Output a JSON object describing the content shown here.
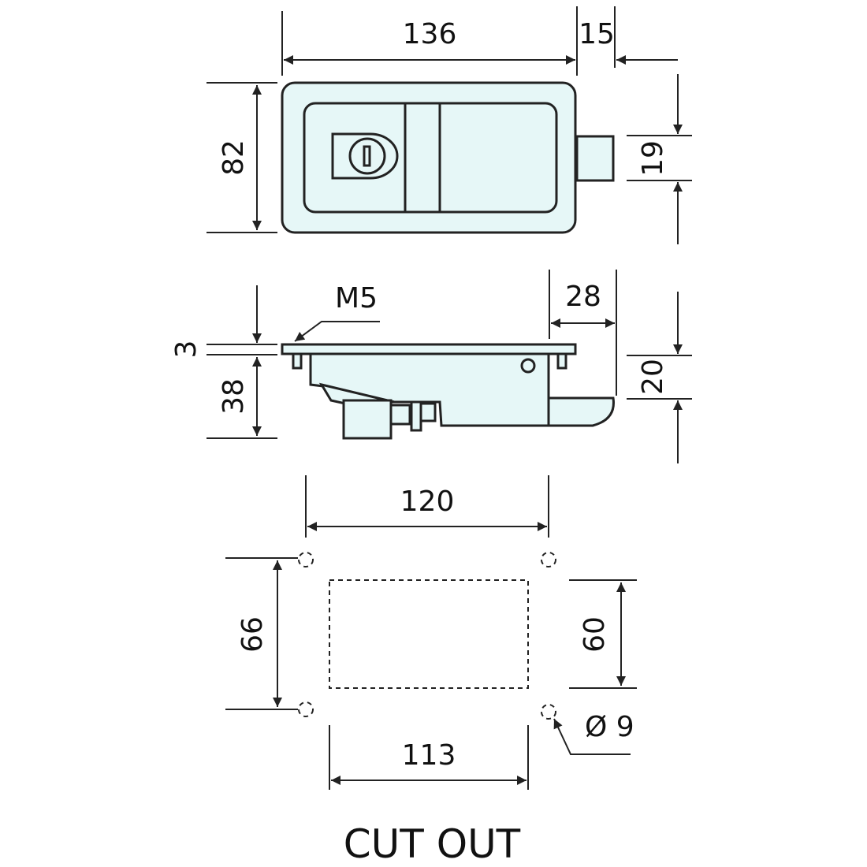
{
  "colors": {
    "part_fill": "#e6f7f7",
    "line": "#222222",
    "background": "#ffffff"
  },
  "top_view": {
    "width_label": "136",
    "bolt_offset_label": "15",
    "height_label": "82",
    "bolt_height_label": "19"
  },
  "side_view": {
    "thread_label": "M5",
    "flange_label": "3",
    "depth_label": "38",
    "bolt_projection_label": "28",
    "bolt_depth_label": "20"
  },
  "cutout": {
    "hole_spacing_x_label": "120",
    "hole_spacing_y_label": "66",
    "opening_height_label": "60",
    "opening_width_label": "113",
    "hole_diameter_label": "Ø 9",
    "title": "CUT OUT"
  }
}
